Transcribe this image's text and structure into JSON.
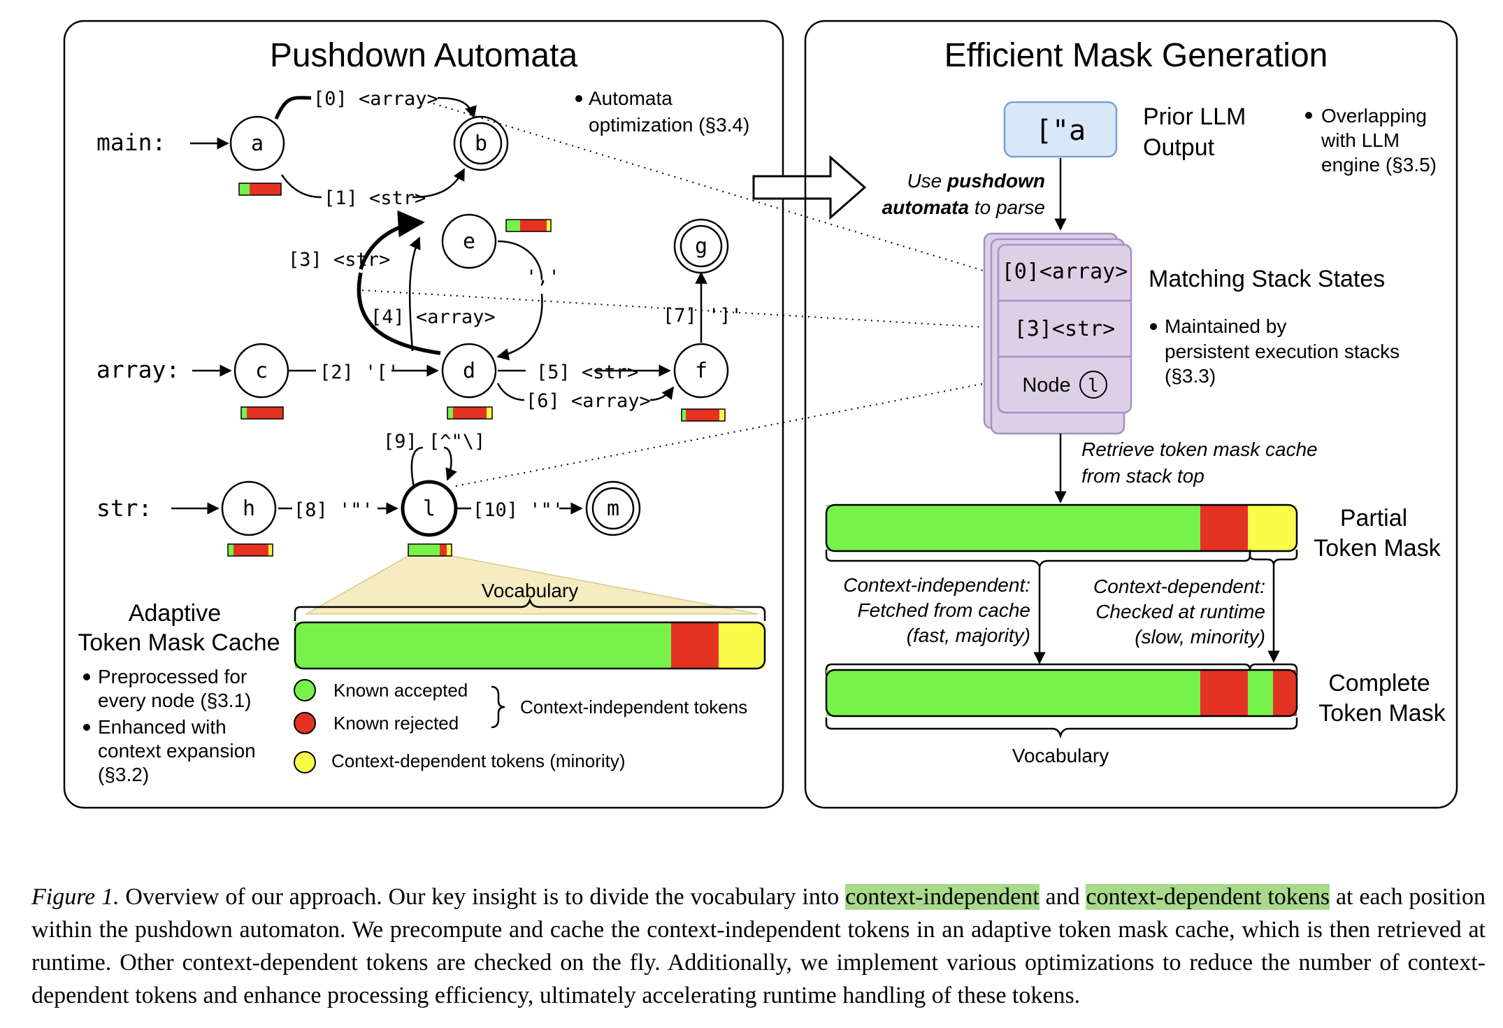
{
  "colors": {
    "green": "#77f24a",
    "red": "#e43322",
    "yellow": "#fbfb49",
    "stack_fill": "#dcd0e6",
    "stack_stroke": "#a98fc3",
    "llm_fill": "#d9e8f8",
    "llm_stroke": "#7a9fd1",
    "fan_fill": "#f6ecc1",
    "caption_highlight": "#a9d98c"
  },
  "left_panel": {
    "title": "Pushdown Automata",
    "opt_note_line1": "Automata",
    "opt_note_line2": "optimization (§3.4)",
    "rows": {
      "main": "main:",
      "array": "array:",
      "str": "str:"
    },
    "nodes": {
      "a": "a",
      "b": "b",
      "c": "c",
      "d": "d",
      "e": "e",
      "f": "f",
      "g": "g",
      "h": "h",
      "l": "l",
      "m": "m"
    },
    "edges": {
      "e0": "[0] <array>",
      "e1": "[1] <str>",
      "e2": "[2] '['",
      "e3": "[3] <str>",
      "e4": "[4] <array>",
      "e5": "[5] <str>",
      "e6": "[6] <array>",
      "e7": "[7] ']'",
      "comma": "','",
      "e8": "[8] '\"'",
      "e9": "[9] [^\"\\]",
      "e10": "[10] '\"'"
    },
    "cache_title_line1": "Adaptive",
    "cache_title_line2": "Token Mask Cache",
    "cache_bullets": {
      "b1_line1": "Preprocessed for",
      "b1_line2": "every node (§3.1)",
      "b2_line1": "Enhanced with",
      "b2_line2": "context expansion",
      "b2_line3": "(§3.2)"
    },
    "vocabulary_label": "Vocabulary",
    "legend": {
      "accepted": "Known accepted",
      "rejected": "Known rejected",
      "dependent": "Context-dependent tokens (minority)",
      "group": "Context-independent tokens"
    }
  },
  "right_panel": {
    "title": "Efficient Mask Generation",
    "llm_output": "[\"a",
    "prior_line1": "Prior LLM",
    "prior_line2": "Output",
    "overlap_line1": "Overlapping",
    "overlap_line2": "with LLM",
    "overlap_line3": "engine (§3.5)",
    "parse_line1_pre": "Use ",
    "parse_line1_bold": "pushdown",
    "parse_line2_bold": "automata",
    "parse_line2_post": " to parse",
    "stack_items": [
      "[0]<array>",
      "[3]<str>",
      "Node"
    ],
    "stack_node_badge": "l",
    "stack_title": "Matching Stack States",
    "stack_note_line1": "Maintained by",
    "stack_note_line2": "persistent execution stacks",
    "stack_note_line3": "(§3.3)",
    "retrieve_line1": "Retrieve token mask cache",
    "retrieve_line2": "from stack top",
    "partial_line1": "Partial",
    "partial_line2": "Token Mask",
    "ci_line1": "Context-independent:",
    "ci_line2": "Fetched from cache",
    "ci_line3": "(fast, majority)",
    "cd_line1": "Context-dependent:",
    "cd_line2": "Checked at runtime",
    "cd_line3": "(slow, minority)",
    "complete_line1": "Complete",
    "complete_line2": "Token Mask",
    "vocabulary_label": "Vocabulary"
  },
  "caption": {
    "label": "Figure 1.",
    "part1": " Overview of our approach. Our key insight is to divide the vocabulary into ",
    "hl1": "context-independent",
    "part2": " and ",
    "hl2": "context-dependent tokens",
    "part3": " at each position within the pushdown automaton. We precompute and cache the context-independent tokens in an adaptive token mask cache, which is then retrieved at runtime. Other context-dependent tokens are checked on the fly. Additionally, we implement various optimizations to reduce the number of context-dependent tokens and enhance processing efficiency, ultimately accelerating runtime handling of these tokens."
  }
}
